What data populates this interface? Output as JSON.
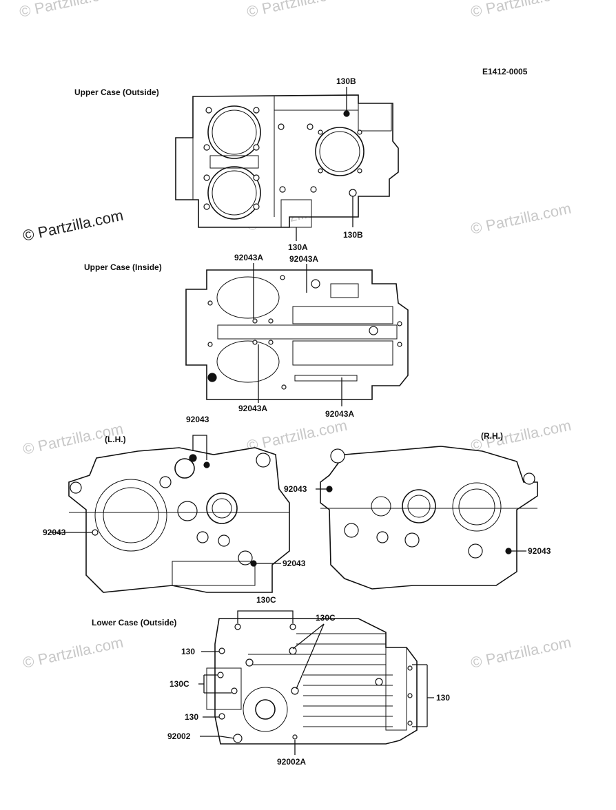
{
  "diagram_code": "E1412-0005",
  "watermarks": [
    "© Partzilla.com"
  ],
  "sections": {
    "upper_case_outside": "Upper Case (Outside)",
    "upper_case_inside": "Upper Case (Inside)",
    "left_hand": "(L.H.)",
    "right_hand": "(R.H.)",
    "lower_case_outside": "Lower Case (Outside)"
  },
  "callouts": {
    "upper_outside": [
      "130B",
      "130B",
      "130A"
    ],
    "upper_inside": [
      "92043A",
      "92043A",
      "92043A",
      "92043A"
    ],
    "lh": [
      "92043",
      "92043",
      "92043"
    ],
    "rh": [
      "92043",
      "92043"
    ],
    "lower_outside": [
      "130C",
      "130C",
      "130",
      "130C",
      "130",
      "130",
      "92002",
      "92002A"
    ]
  }
}
